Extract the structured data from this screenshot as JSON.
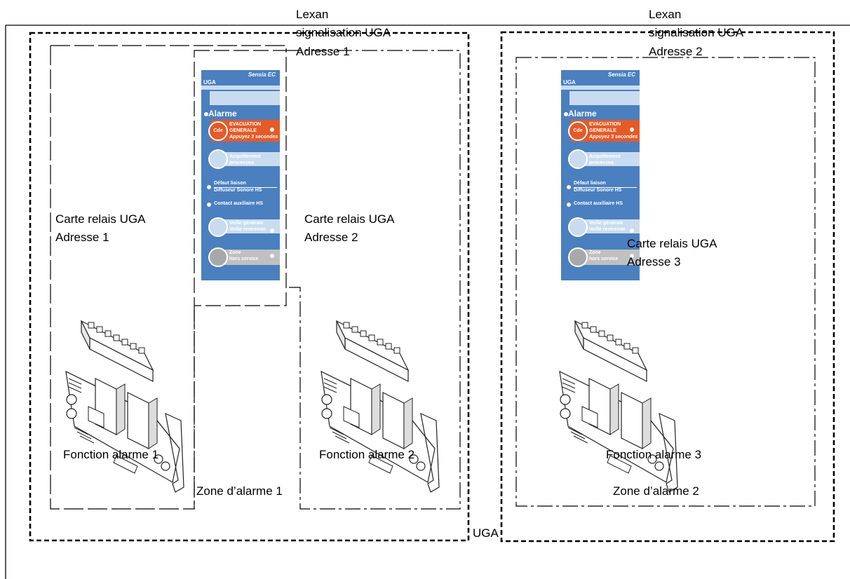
{
  "labels": {
    "lexan_1_line1": "Lexan",
    "lexan_1_line2": "signalisation UGA",
    "lexan_1_line3": "Adresse 1",
    "lexan_2_line1": "Lexan",
    "lexan_2_line2": "signalisation UGA",
    "lexan_2_line3": "Adresse 2",
    "relay_1_line1": "Carte relais UGA",
    "relay_1_line2": "Adresse 1",
    "relay_2_line1": "Carte relais UGA",
    "relay_2_line2": "Adresse 2",
    "relay_3_line1": "Carte relais UGA",
    "relay_3_line2": "Adresse 3",
    "function_1": "Fonction alarme 1",
    "function_2": "Fonction alarme 2",
    "function_3": "Fonction alarme 3",
    "zone_1": "Zone d’alarme 1",
    "zone_2": "Zone d’alarme 2",
    "uga": "UGA"
  },
  "panel": {
    "brand": "Sensia EC",
    "title": "UGA",
    "alarm": "Alarme",
    "cde": "Cde",
    "evac_line1": "EVACUATION",
    "evac_line2": "GENERALE",
    "evac_line3": "Appuyez 3 secondes",
    "ack_line1": "Acquittement",
    "ack_line2": "processus",
    "fault_line1": "Défaut liaison",
    "fault_line2": "Diffuseur Sonore HS",
    "aux": "Contact auxiliaire HS",
    "standby_line1": "Veille générale",
    "standby_line2": "Veille restreinte",
    "zone_line1": "Zone",
    "zone_line2": "hors service"
  },
  "colors": {
    "panel_blue": "#4a7fc0",
    "panel_light": "#c9dcef",
    "evac_orange": "#e65a26",
    "zone_grey": "#c0c0c0"
  }
}
